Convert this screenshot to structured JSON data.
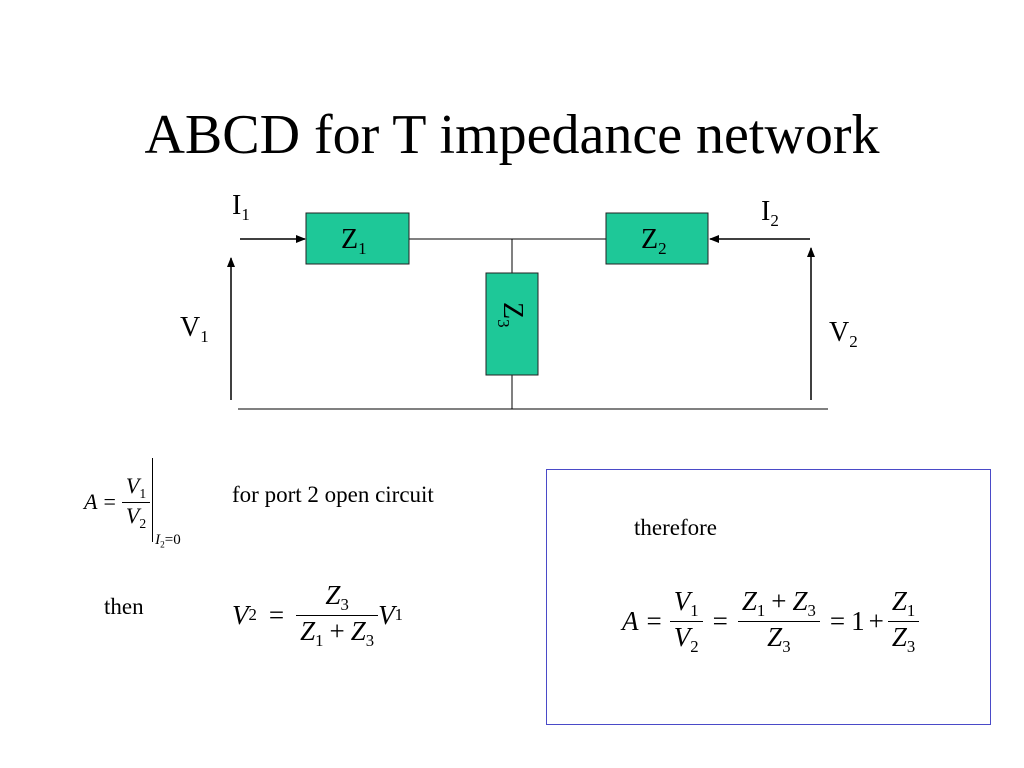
{
  "slide": {
    "title": "ABCD for T impedance network"
  },
  "circuit": {
    "i1": {
      "base": "I",
      "sub": "1"
    },
    "i2": {
      "base": "I",
      "sub": "2"
    },
    "v1": {
      "base": "V",
      "sub": "1"
    },
    "v2": {
      "base": "V",
      "sub": "2"
    },
    "z1": {
      "base": "Z",
      "sub": "1"
    },
    "z2": {
      "base": "Z",
      "sub": "2"
    },
    "z3": {
      "base": "Z",
      "sub": "3"
    },
    "colors": {
      "impedance_fill": "#1ec898",
      "wire": "#000000"
    }
  },
  "equations": {
    "a_def": {
      "lhs": "A",
      "eq": "=",
      "num_base": "V",
      "num_sub": "1",
      "den_base": "V",
      "den_sub": "2",
      "cond_base": "I",
      "cond_sub": "2",
      "cond_rest": "=0"
    },
    "note_open": "for port 2 open circuit",
    "then_label": "then",
    "divider": {
      "lhs_base": "V",
      "lhs_sub": "2",
      "eq": "=",
      "num_base": "Z",
      "num_sub": "3",
      "den1_base": "Z",
      "den1_sub": "1",
      "plus": "+",
      "den2_base": "Z",
      "den2_sub": "3",
      "rhs_base": "V",
      "rhs_sub": "1"
    },
    "therefore_label": "therefore",
    "result": {
      "lhs": "A",
      "eq": "=",
      "f1_num_base": "V",
      "f1_num_sub": "1",
      "f1_den_base": "V",
      "f1_den_sub": "2",
      "f2_num1_base": "Z",
      "f2_num1_sub": "1",
      "plus": "+",
      "f2_num2_base": "Z",
      "f2_num2_sub": "3",
      "f2_den_base": "Z",
      "f2_den_sub": "3",
      "one": "1",
      "f3_num_base": "Z",
      "f3_num_sub": "1",
      "f3_den_base": "Z",
      "f3_den_sub": "3"
    },
    "box_color": "#4a4ac8"
  }
}
